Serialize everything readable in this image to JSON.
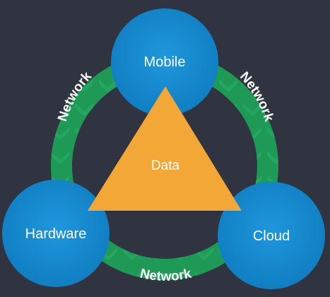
{
  "diagram": {
    "nodes": {
      "mobile": {
        "label": "Mobile"
      },
      "hardware": {
        "label": "Hardware"
      },
      "cloud": {
        "label": "Cloud"
      }
    },
    "center": {
      "label": "Data"
    },
    "links": {
      "left": {
        "label": "Network"
      },
      "right": {
        "label": "Network"
      },
      "bottom": {
        "label": "Network"
      }
    }
  },
  "colors": {
    "background": "#2f3440",
    "node_fill": "#148bd3",
    "ring_fill": "#1e9a56",
    "ring_chevron": "#26b167",
    "triangle_fill": "#f2a737",
    "text": "#ffffff"
  }
}
